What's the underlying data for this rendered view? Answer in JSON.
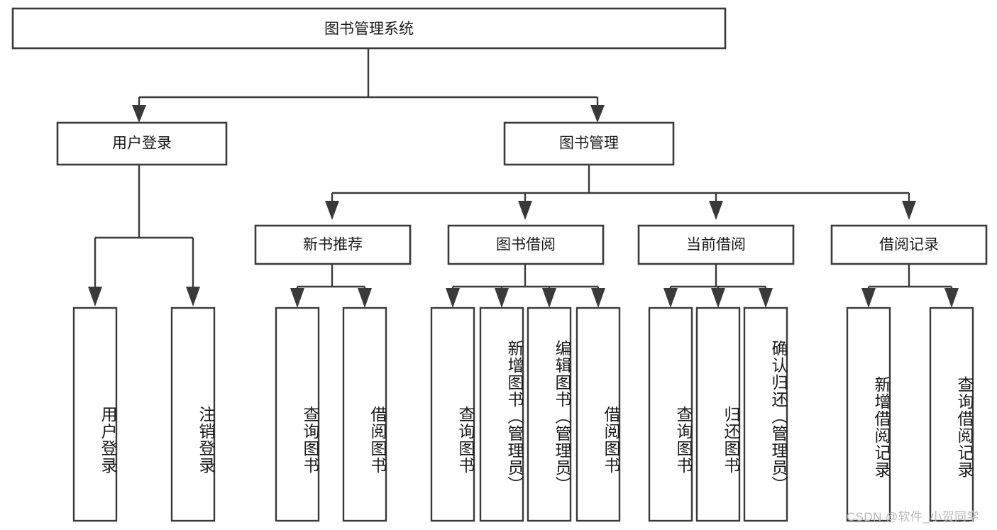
{
  "diagram": {
    "type": "tree",
    "title": "图书管理系统",
    "root": {
      "label": "图书管理系统"
    },
    "level1": [
      {
        "label": "用户登录"
      },
      {
        "label": "图书管理"
      }
    ],
    "level2": [
      {
        "label": "新书推荐"
      },
      {
        "label": "图书借阅"
      },
      {
        "label": "当前借阅"
      },
      {
        "label": "借阅记录"
      }
    ],
    "leaves": {
      "user_login": [
        {
          "label": "用户登录"
        },
        {
          "label": "注销登录"
        }
      ],
      "new_book_recommend": [
        {
          "label": "查询图书"
        },
        {
          "label": "借阅图书"
        }
      ],
      "book_borrow": [
        {
          "label": "查询图书"
        },
        {
          "label": "新增图书（管理员）"
        },
        {
          "label": "编辑图书（管理员）"
        },
        {
          "label": "借阅图书"
        }
      ],
      "current_borrow": [
        {
          "label": "查询图书"
        },
        {
          "label": "归还图书"
        },
        {
          "label": "确认归还（管理员）"
        }
      ],
      "borrow_record": [
        {
          "label": "新增借阅记录"
        },
        {
          "label": "查询借阅记录"
        }
      ]
    },
    "watermark": "CSDN @软件_小贺同学",
    "colors": {
      "stroke": "#3a3a3a",
      "text": "#1a1a1a",
      "background": "#ffffff",
      "watermark": "#b9b9b9"
    }
  }
}
